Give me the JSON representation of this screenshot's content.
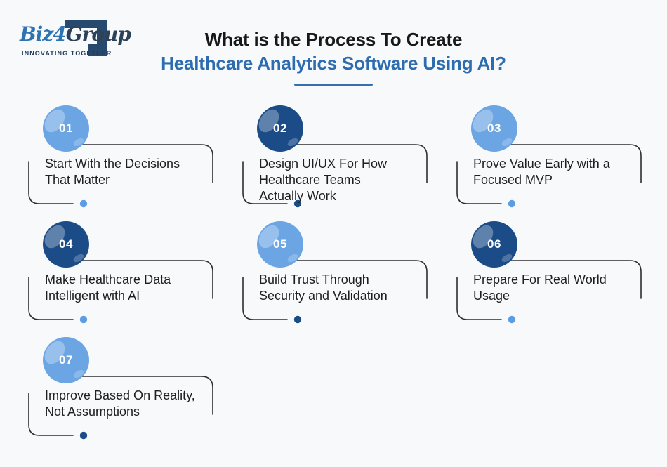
{
  "colors": {
    "background": "#f7f9fb",
    "light_blue": "#6ba5e4",
    "dark_blue": "#1b4c88",
    "light_dot": "#5d9be4",
    "dark_dot": "#1b4c88",
    "title_accent": "#2e6cb0",
    "title_dark": "#16181c",
    "bracket_line": "#2e2e2e",
    "brand_blue": "#2e74b5",
    "brand_navy": "#2e4257"
  },
  "logo": {
    "name_part1": "Biz",
    "name_part2": "4",
    "name_part3": "Group",
    "tagline": "INNOVATING TOGETHER"
  },
  "header": {
    "title_line1": "What is the Process To Create",
    "title_line2": "Healthcare Analytics Software Using AI?"
  },
  "steps": [
    {
      "number": "01",
      "label": "Start With the Decisions\nThat Matter",
      "circle_variant": "light",
      "dot_variant": "light"
    },
    {
      "number": "02",
      "label": "Design UI/UX For How\nHealthcare Teams\nActually Work",
      "circle_variant": "dark",
      "dot_variant": "dark"
    },
    {
      "number": "03",
      "label": "Prove Value Early with a\nFocused MVP",
      "circle_variant": "light",
      "dot_variant": "light"
    },
    {
      "number": "04",
      "label": "Make Healthcare Data\nIntelligent with AI",
      "circle_variant": "dark",
      "dot_variant": "light"
    },
    {
      "number": "05",
      "label": "Build Trust Through\nSecurity and Validation",
      "circle_variant": "light",
      "dot_variant": "dark"
    },
    {
      "number": "06",
      "label": "Prepare For Real World\nUsage",
      "circle_variant": "dark",
      "dot_variant": "light"
    },
    {
      "number": "07",
      "label": "Improve Based On Reality,\nNot Assumptions",
      "circle_variant": "light",
      "dot_variant": "dark"
    }
  ]
}
